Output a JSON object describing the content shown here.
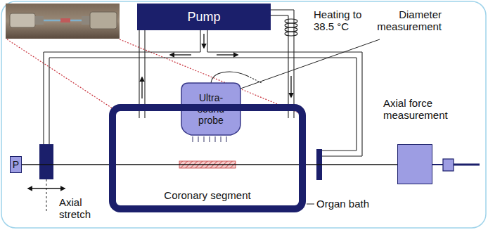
{
  "diagram": {
    "nodes": [
      {
        "text": [
          "Pump"
        ]
      },
      {
        "text": [
          "Ultra- sound probe"
        ]
      },
      {
        "text": [
          "Coronary segment"
        ]
      },
      {
        "text": [
          "P"
        ]
      },
      {
        "text": [
          "Axial force measurement"
        ]
      }
    ],
    "edges": [
      {
        "from": 3,
        "to": 4,
        "arrow": "none"
      }
    ],
    "labels": [
      "Heating to 38.5 °C",
      "Diameter measurement",
      "Organ bath",
      "Axial stretch"
    ]
  }
}
